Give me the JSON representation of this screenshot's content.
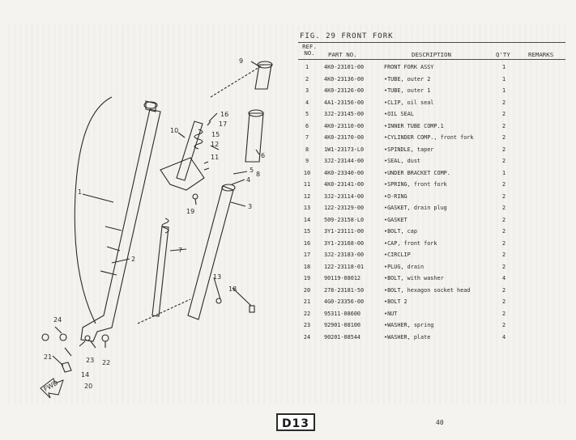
{
  "figure": {
    "title": "FIG. 29  FRONT FORK"
  },
  "header": {
    "ref_no_line1": "REF.",
    "ref_no_line2": "NO.",
    "part_no": "PART NO.",
    "description": "DESCRIPTION",
    "qty": "Q'TY",
    "remarks": "REMARKS"
  },
  "parts": [
    {
      "ref": "1",
      "part": "4K0-23101-00",
      "desc": "FRONT FORK ASSY",
      "qty": "1"
    },
    {
      "ref": "2",
      "part": "4K0-23136-00",
      "desc": "•TUBE, outer 2",
      "qty": "1"
    },
    {
      "ref": "3",
      "part": "4K0-23126-00",
      "desc": "•TUBE, outer 1",
      "qty": "1"
    },
    {
      "ref": "4",
      "part": "4A1-23156-00",
      "desc": "•CLIP, oil seal",
      "qty": "2"
    },
    {
      "ref": "5",
      "part": "3J2-23145-00",
      "desc": "•OIL SEAL",
      "qty": "2"
    },
    {
      "ref": "6",
      "part": "4K0-23110-00",
      "desc": "•INNER TUBE COMP.1",
      "qty": "2"
    },
    {
      "ref": "7",
      "part": "4K0-23170-00",
      "desc": "•CYLINDER COMP., front fork",
      "qty": "2"
    },
    {
      "ref": "8",
      "part": "1W1-23173-L0",
      "desc": "•SPINDLE, taper",
      "qty": "2"
    },
    {
      "ref": "9",
      "part": "3J2-23144-00",
      "desc": "•SEAL, dust",
      "qty": "2"
    },
    {
      "ref": "10",
      "part": "4K0-23340-00",
      "desc": "•UNDER BRACKET COMP.",
      "qty": "1"
    },
    {
      "ref": "11",
      "part": "4K0-23141-00",
      "desc": "•SPRING, front fork",
      "qty": "2"
    },
    {
      "ref": "12",
      "part": "3J2-23114-00",
      "desc": "•O-RING",
      "qty": "2"
    },
    {
      "ref": "13",
      "part": "122-23129-00",
      "desc": "•GASKET, drain plug",
      "qty": "2"
    },
    {
      "ref": "14",
      "part": "509-23158-L0",
      "desc": "•GASKET",
      "qty": "2"
    },
    {
      "ref": "15",
      "part": "3Y1-23111-00",
      "desc": "•BOLT, cap",
      "qty": "2"
    },
    {
      "ref": "16",
      "part": "3Y1-23168-00",
      "desc": "•CAP, front fork",
      "qty": "2"
    },
    {
      "ref": "17",
      "part": "3J2-23183-00",
      "desc": "•CIRCLIP",
      "qty": "2"
    },
    {
      "ref": "18",
      "part": "122-23118-01",
      "desc": "•PLUG, drain",
      "qty": "2"
    },
    {
      "ref": "19",
      "part": "90119-08012",
      "desc": "•BOLT, with washer",
      "qty": "4"
    },
    {
      "ref": "20",
      "part": "278-23181-50",
      "desc": "•BOLT, hexagon socket head",
      "qty": "2"
    },
    {
      "ref": "21",
      "part": "4G0-23356-00",
      "desc": "•BOLT 2",
      "qty": "2"
    },
    {
      "ref": "22",
      "part": "95311-08600",
      "desc": "•NUT",
      "qty": "2"
    },
    {
      "ref": "23",
      "part": "92901-08100",
      "desc": "•WASHER, spring",
      "qty": "2"
    },
    {
      "ref": "24",
      "part": "90201-08544",
      "desc": "•WASHER, plate",
      "qty": "4"
    }
  ],
  "diagram": {
    "callouts": [
      "1",
      "2",
      "3",
      "4",
      "5",
      "6",
      "7",
      "8",
      "9",
      "10",
      "11",
      "12",
      "13",
      "14",
      "15",
      "16",
      "17",
      "18",
      "19",
      "20",
      "21",
      "22",
      "23",
      "24"
    ],
    "fwd_label": "FWD"
  },
  "footer": {
    "badge": "D13",
    "page_number": "40"
  },
  "colors": {
    "paper": "#f4f3ef",
    "ink": "#2a2a2a"
  }
}
